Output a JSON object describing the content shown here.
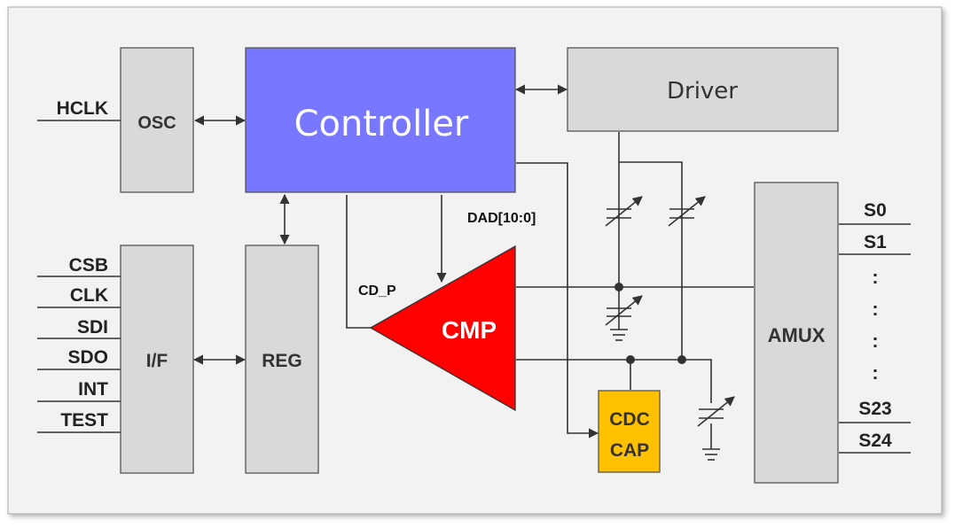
{
  "blocks": {
    "osc": "OSC",
    "controller": "Controller",
    "driver": "Driver",
    "interface": "I/F",
    "reg": "REG",
    "amux": "AMUX",
    "cmp": "CMP",
    "cdc_cap_line1": "CDC",
    "cdc_cap_line2": "CAP"
  },
  "signals": {
    "dad": "DAD[10:0]",
    "cd_p": "CD_P"
  },
  "pins": {
    "hclk": "HCLK",
    "left": [
      "CSB",
      "CLK",
      "SDI",
      "SDO",
      "INT",
      "TEST"
    ],
    "right": [
      "S0",
      "S1",
      ":",
      ":",
      ":",
      ":",
      "S23",
      "S24"
    ]
  },
  "colors": {
    "controller": "#7777ff",
    "cmp": "#ff0000",
    "cdc_cap": "#ffc000",
    "block_gray": "#d9d9d9",
    "background": "#f2f2f2"
  }
}
